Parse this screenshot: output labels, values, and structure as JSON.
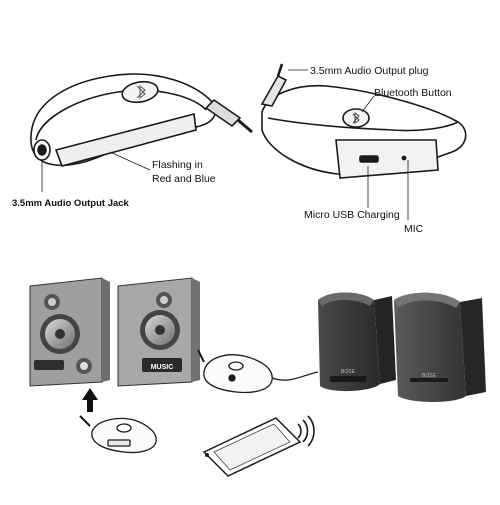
{
  "labels": {
    "plug": "3.5mm Audio Output plug",
    "bluetooth_button": "Bluetooth Button",
    "flashing_line1": "Flashing in",
    "flashing_line2": "Red and Blue",
    "output_jack": "3.5mm Audio Output Jack",
    "micro_usb": "Micro USB Charging",
    "mic": "MIC",
    "speaker_badge": "MUSIC"
  },
  "colors": {
    "line": "#1a1a1a",
    "speaker_body": "#b9b9b9",
    "speaker_dark": "#3a3a3a",
    "accent_arrow": "#111111"
  },
  "icons": [
    "bluetooth-icon",
    "wifi-signal-icon",
    "up-arrow-icon"
  ]
}
